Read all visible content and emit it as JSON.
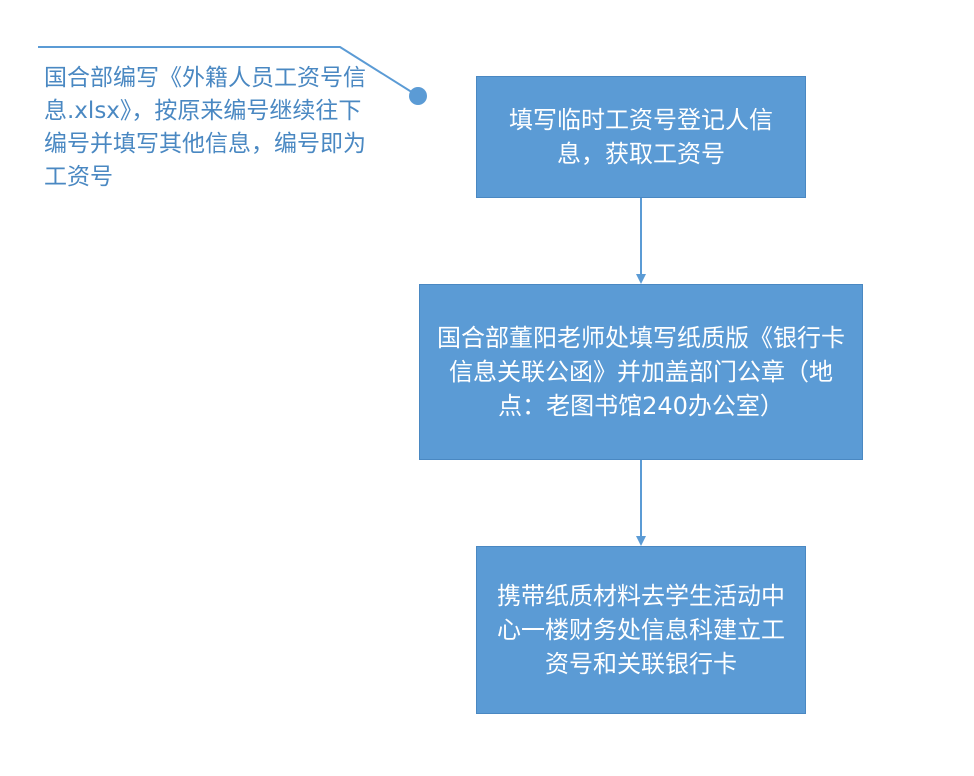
{
  "colors": {
    "box_fill": "#5b9bd5",
    "box_border": "#4a88c2",
    "box_text": "#ffffff",
    "connector": "#5b9bd5",
    "callout_text": "#4a88c2"
  },
  "callout": {
    "text": "国合部编写《外籍人员工资号信息.xlsx》，按原来编号继续往下编号并填写其他信息，编号即为工资号"
  },
  "steps": [
    {
      "text": "填写临时工资号登记人信息，获取工资号"
    },
    {
      "text": "国合部董阳老师处填写纸质版《银行卡信息关联公函》并加盖部门公章（地点：老图书馆240办公室）"
    },
    {
      "text": "携带纸质材料去学生活动中心一楼财务处信息科建立工资号和关联银行卡"
    }
  ]
}
